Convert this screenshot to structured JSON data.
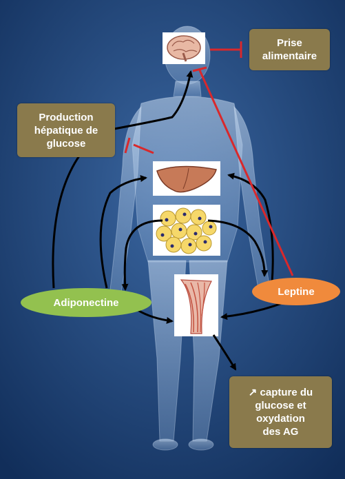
{
  "colors": {
    "background": "#16386a",
    "box_fill": "#8a7a4c",
    "adiponectin_fill": "#93c14f",
    "leptin_fill": "#f08a3c",
    "stimulation_arrow": "#000000",
    "inhibition_line": "#d9282b"
  },
  "boxes": {
    "food_intake": "Prise\nalimentaire",
    "hepatic_glucose": "Production\nhépatique de\nglucose",
    "glucose_uptake": "↗ capture du\nglucose et\noxydation\ndes AG"
  },
  "hormones": {
    "adiponectin": "Adiponectine",
    "leptin": "Leptine"
  },
  "icons": {
    "brain": "brain-icon",
    "liver": "liver-icon",
    "adipose": "adipocytes-icon",
    "muscle": "muscle-icon"
  }
}
